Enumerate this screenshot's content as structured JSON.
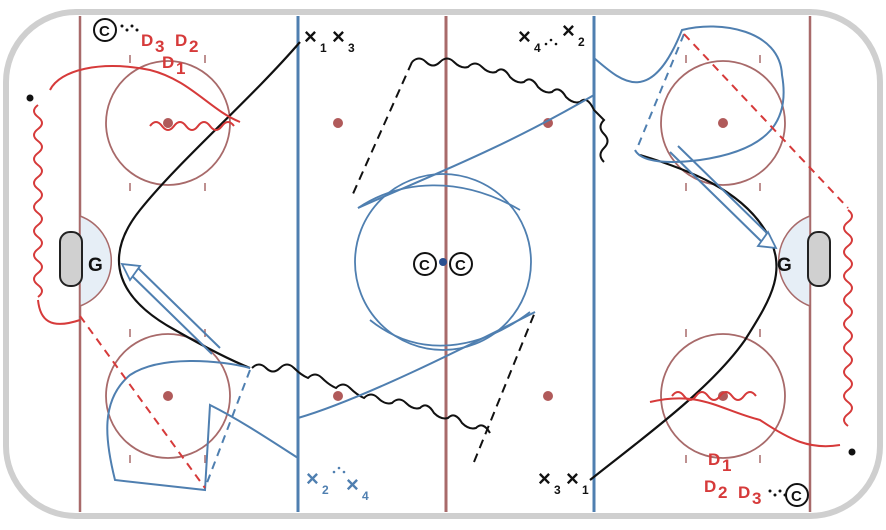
{
  "colors": {
    "rink_border": "#cfcfcf",
    "red_line": "#a86a6a",
    "blue_line": "#4f7fb0",
    "faceoff_red": "#a86a6a",
    "crease_fill": "#e6eef6",
    "path_black": "#111111",
    "path_red": "#d63a3a",
    "path_blue": "#4f7fb0",
    "dot": "#b05a5a"
  },
  "labels": {
    "goalie_left": "G",
    "goalie_right": "G",
    "coach": "C",
    "d1": "D",
    "d2": "D",
    "d3": "D",
    "sub1": "1",
    "sub2": "2",
    "sub3": "3",
    "sub4": "4",
    "x": "×"
  },
  "icons": {
    "coach_marker": "circled-c-icon",
    "net": "net-icon",
    "puck": "puck-icon"
  }
}
